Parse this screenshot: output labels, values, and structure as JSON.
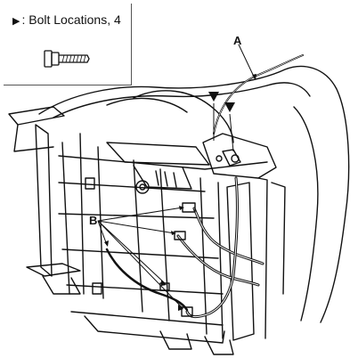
{
  "legend": {
    "symbol": "▶",
    "label": ": Bolt Locations, 4"
  },
  "callouts": {
    "a": "A",
    "b": "B"
  },
  "icons": {
    "bolt": "bolt-icon",
    "marker": "triangle-marker-icon"
  }
}
